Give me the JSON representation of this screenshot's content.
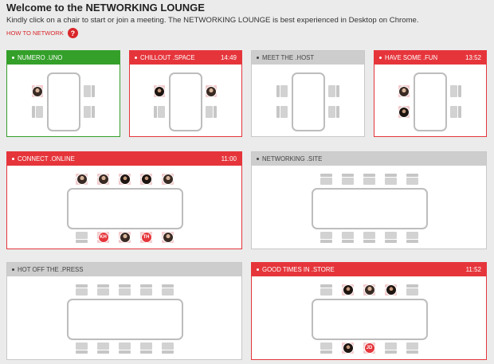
{
  "header": {
    "title": "Welcome to the NETWORKING LOUNGE",
    "subtitle": "Kindly click on a chair to start or join a meeting. The NETWORKING LOUNGE is best experienced in Desktop on Chrome.",
    "how_link": "HOW TO NETWORK",
    "help_icon": "?"
  },
  "colors": {
    "accent": "#e5353b",
    "green": "#34a02a",
    "inactive_header": "#cdcdcd"
  },
  "rooms": [
    {
      "name": "NUMERO .UNO",
      "time": "",
      "state": "green"
    },
    {
      "name": "CHILLOUT .SPACE",
      "time": "14:49",
      "state": "active"
    },
    {
      "name": "MEET THE .HOST",
      "time": "",
      "state": "inactive"
    },
    {
      "name": "HAVE SOME .FUN",
      "time": "13:52",
      "state": "active"
    },
    {
      "name": "CONNECT .ONLINE",
      "time": "11:00",
      "state": "active"
    },
    {
      "name": "NETWORKING .SITE",
      "time": "",
      "state": "inactive"
    },
    {
      "name": "HOT OFF THE .PRESS",
      "time": "",
      "state": "inactive"
    },
    {
      "name": "GOOD TIMES IN .STORE",
      "time": "11:52",
      "state": "active"
    }
  ],
  "initials": {
    "kh": "KH",
    "th": "TH",
    "jd": "JD"
  }
}
